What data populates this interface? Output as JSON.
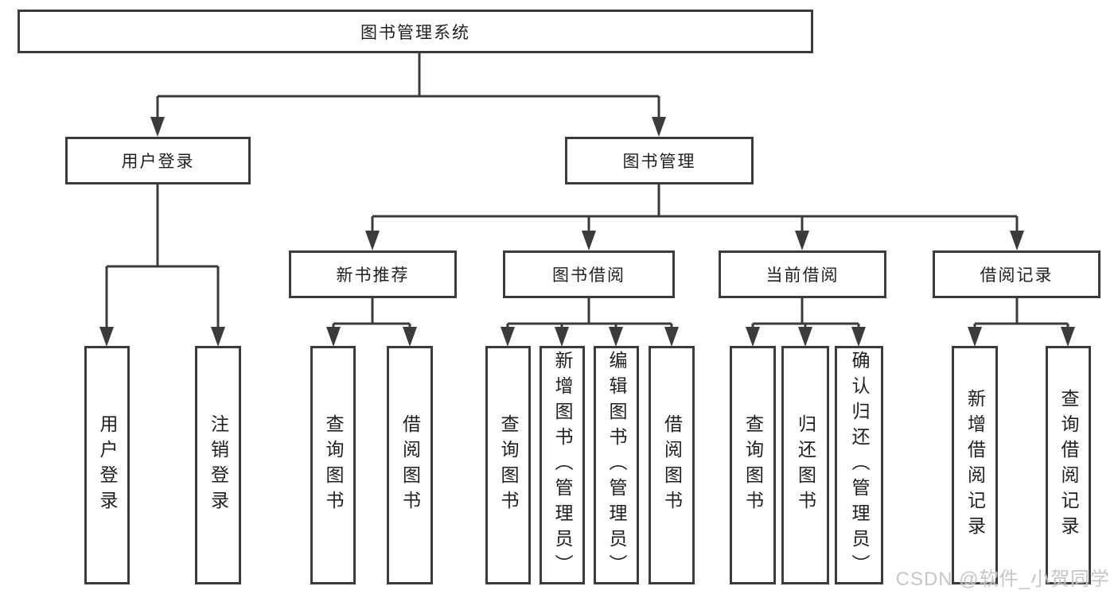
{
  "diagram": {
    "tree": {
      "label": "图书管理系统",
      "children": [
        {
          "label": "用户登录",
          "children": [
            {
              "label": "用户登录"
            },
            {
              "label": "注销登录"
            }
          ]
        },
        {
          "label": "图书管理",
          "children": [
            {
              "label": "新书推荐",
              "children": [
                {
                  "label": "查询图书"
                },
                {
                  "label": "借阅图书"
                }
              ]
            },
            {
              "label": "图书借阅",
              "children": [
                {
                  "label": "查询图书"
                },
                {
                  "label": "新增图书（管理员）"
                },
                {
                  "label": "编辑图书（管理员）"
                },
                {
                  "label": "借阅图书"
                }
              ]
            },
            {
              "label": "当前借阅",
              "children": [
                {
                  "label": "查询图书"
                },
                {
                  "label": "归还图书"
                },
                {
                  "label": "确认归还（管理员）"
                }
              ]
            },
            {
              "label": "借阅记录",
              "children": [
                {
                  "label": "新增借阅记录"
                },
                {
                  "label": "查询借阅记录"
                }
              ]
            }
          ]
        }
      ]
    },
    "watermark": {
      "text": "CSDN @软件_小贺同学"
    },
    "colors": {
      "line": "#3b3b3b",
      "text": "#1f1f1f",
      "watermark": "#c2c2c2",
      "background": "#ffffff"
    }
  }
}
